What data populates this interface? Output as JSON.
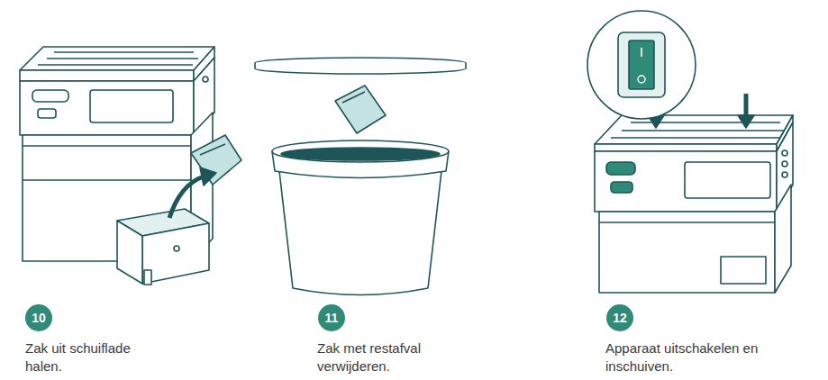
{
  "diagram": {
    "nodes": [
      {
        "text": [
          "10"
        ]
      },
      {
        "text": [
          "11"
        ]
      },
      {
        "text": [
          "12"
        ]
      }
    ],
    "labels": [
      "Zak uit schuiflade halen.",
      "Zak met restafval verwijderen.",
      "Apparaat uitschakelen en inschuiven."
    ]
  }
}
